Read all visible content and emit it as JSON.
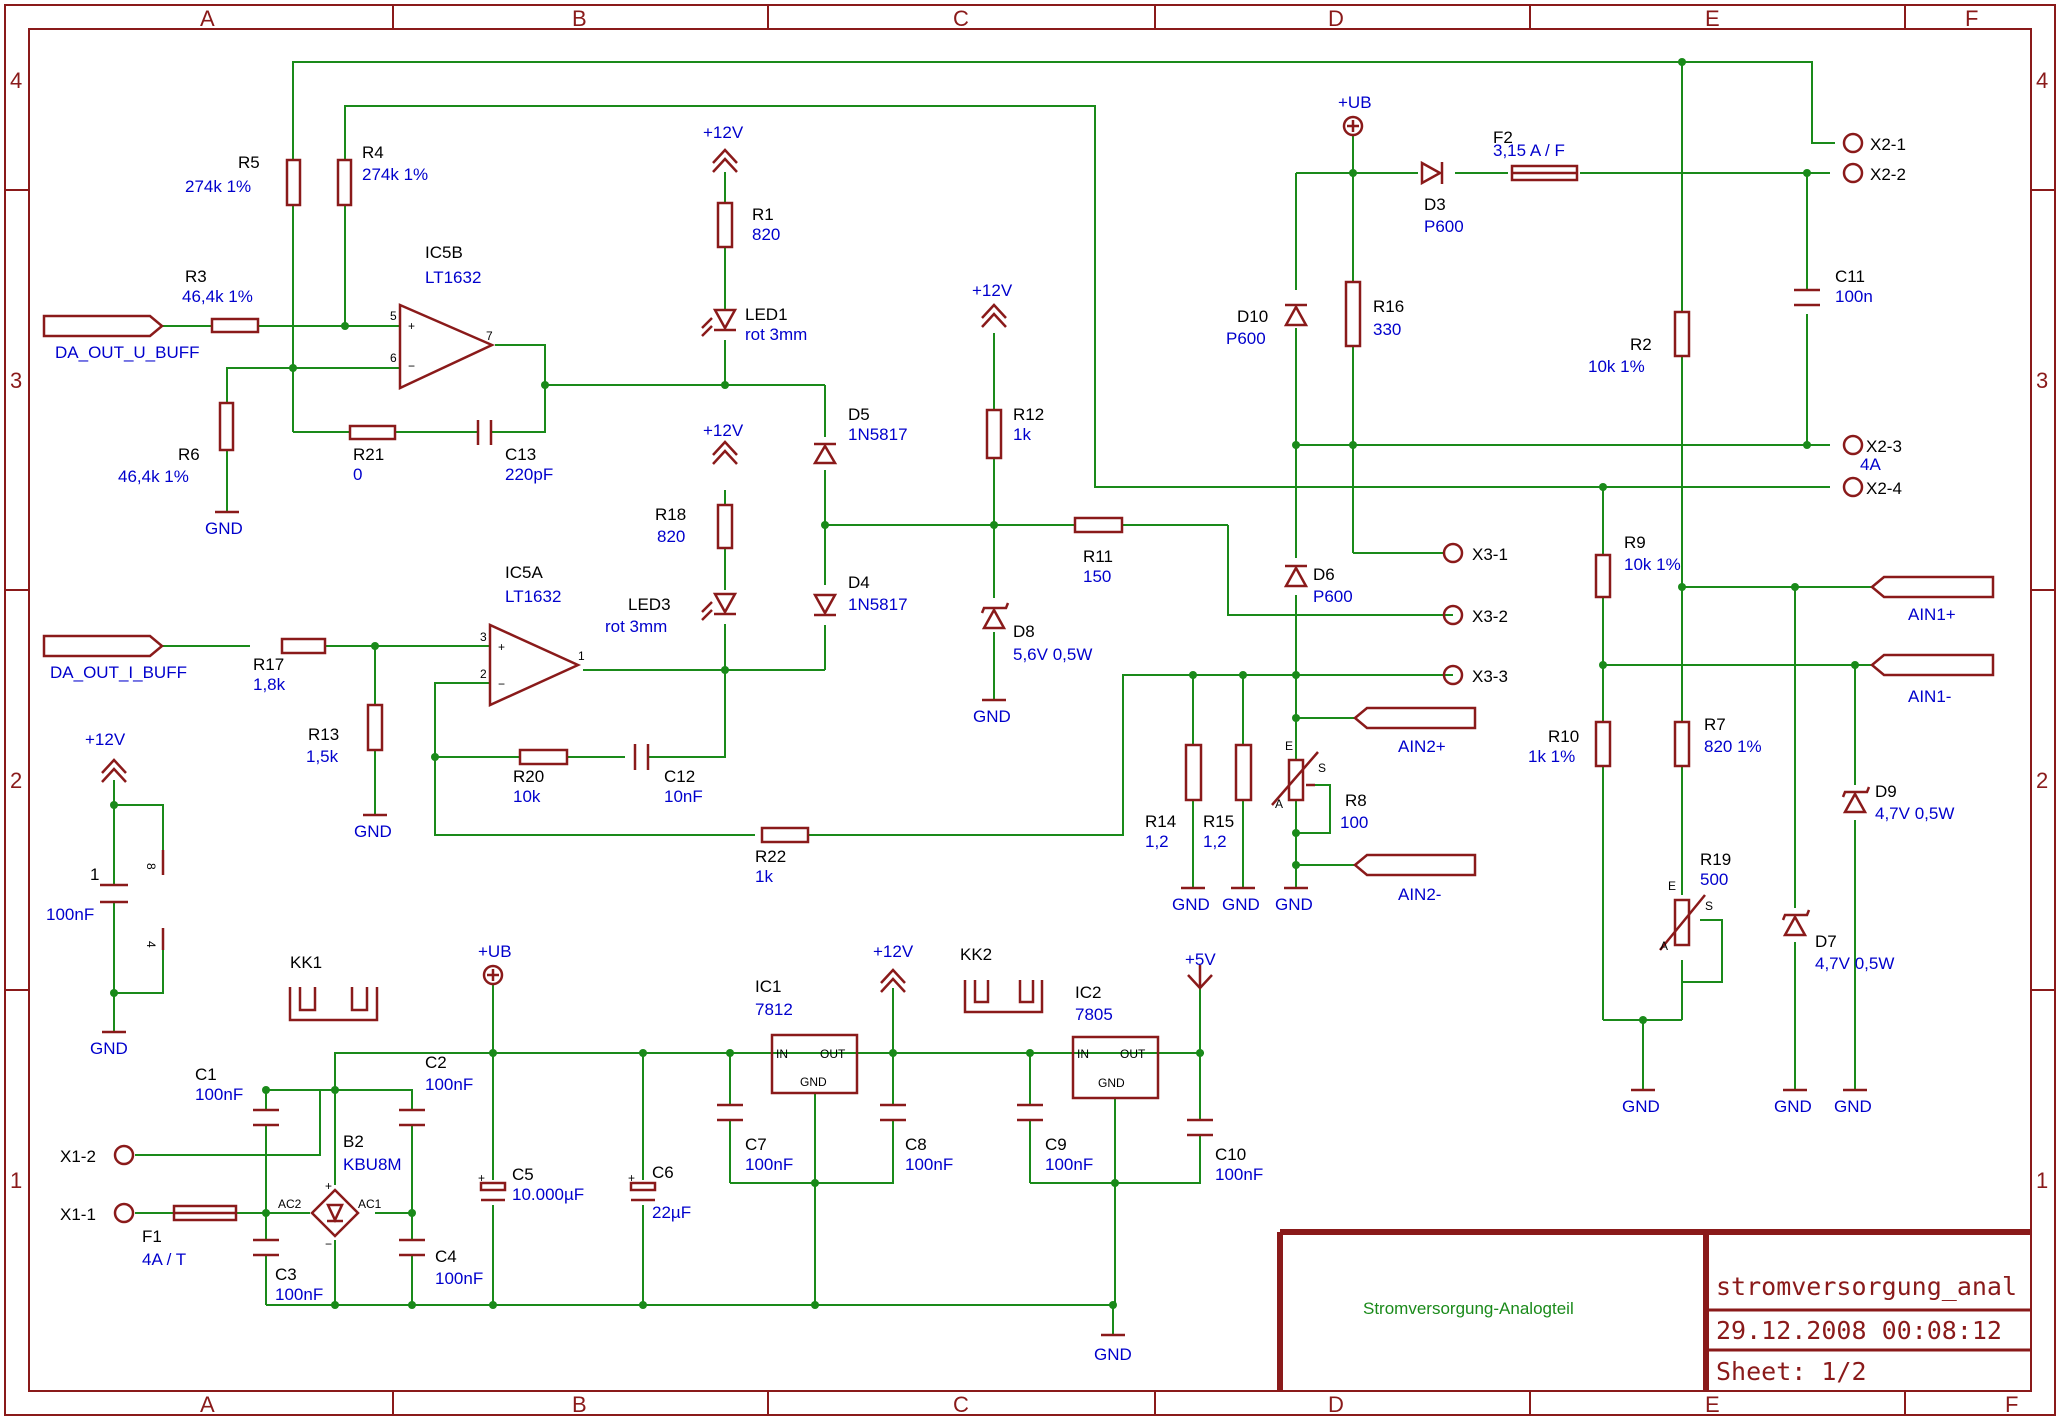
{
  "frame": {
    "columns": [
      "A",
      "B",
      "C",
      "D",
      "E",
      "F"
    ],
    "rows": [
      "4",
      "3",
      "2",
      "1"
    ]
  },
  "title_block": {
    "description": "Stromversorgung-Analogteil",
    "filename": "stromversorgung_anal",
    "date": "29.12.2008 00:08:12",
    "sheet": "Sheet: 1/2"
  },
  "components": {
    "R5": {
      "name": "R5",
      "value": "274k 1%"
    },
    "R4": {
      "name": "R4",
      "value": "274k 1%"
    },
    "R3": {
      "name": "R3",
      "value": "46,4k 1%"
    },
    "R6": {
      "name": "R6",
      "value": "46,4k 1%"
    },
    "R21": {
      "name": "R21",
      "value": "0"
    },
    "C13": {
      "name": "C13",
      "value": "220pF"
    },
    "IC5B": {
      "name": "IC5B",
      "value": "LT1632"
    },
    "IC5A": {
      "name": "IC5A",
      "value": "LT1632"
    },
    "R1": {
      "name": "R1",
      "value": "820"
    },
    "LED1": {
      "name": "LED1",
      "value": "rot 3mm"
    },
    "R18": {
      "name": "R18",
      "value": "820"
    },
    "LED3": {
      "name": "LED3",
      "value": "rot 3mm"
    },
    "D5": {
      "name": "D5",
      "value": "1N5817"
    },
    "D4": {
      "name": "D4",
      "value": "1N5817"
    },
    "R12": {
      "name": "R12",
      "value": "1k"
    },
    "R11": {
      "name": "R11",
      "value": "150"
    },
    "D8": {
      "name": "D8",
      "value": "5,6V 0,5W"
    },
    "R17": {
      "name": "R17",
      "value": "1,8k"
    },
    "R13": {
      "name": "R13",
      "value": "1,5k"
    },
    "R20": {
      "name": "R20",
      "value": "10k"
    },
    "C12": {
      "name": "C12",
      "value": "10nF"
    },
    "R22": {
      "name": "R22",
      "value": "1k"
    },
    "R14": {
      "name": "R14",
      "value": "1,2"
    },
    "R15": {
      "name": "R15",
      "value": "1,2"
    },
    "R8": {
      "name": "R8",
      "value": "100"
    },
    "D10": {
      "name": "D10",
      "value": "P600"
    },
    "D6": {
      "name": "D6",
      "value": "P600"
    },
    "R16": {
      "name": "R16",
      "value": "330"
    },
    "D3": {
      "name": "D3",
      "value": "P600"
    },
    "F2": {
      "name": "F2",
      "value": "3,15 A / F"
    },
    "C11": {
      "name": "C11",
      "value": "100n"
    },
    "R2": {
      "name": "R2",
      "value": "10k 1%"
    },
    "R9": {
      "name": "R9",
      "value": "10k 1%"
    },
    "R10": {
      "name": "R10",
      "value": "1k 1%"
    },
    "R7": {
      "name": "R7",
      "value": "820 1%"
    },
    "R19": {
      "name": "R19",
      "value": "500"
    },
    "D9": {
      "name": "D9",
      "value": "4,7V 0,5W"
    },
    "D7": {
      "name": "D7",
      "value": "4,7V 0,5W"
    },
    "C_IC5": {
      "name": "1",
      "value": "100nF"
    },
    "C1": {
      "name": "C1",
      "value": "100nF"
    },
    "C2": {
      "name": "C2",
      "value": "100nF"
    },
    "C3": {
      "name": "C3",
      "value": "100nF"
    },
    "C4": {
      "name": "C4",
      "value": "100nF"
    },
    "B2": {
      "name": "B2",
      "value": "KBU8M"
    },
    "F1": {
      "name": "F1",
      "value": "4A / T"
    },
    "C5": {
      "name": "C5",
      "value": "10.000µF"
    },
    "C6": {
      "name": "C6",
      "value": "22µF"
    },
    "IC1": {
      "name": "IC1",
      "value": "7812"
    },
    "IC2": {
      "name": "IC2",
      "value": "7805"
    },
    "C7": {
      "name": "C7",
      "value": "100nF"
    },
    "C8": {
      "name": "C8",
      "value": "100nF"
    },
    "C9": {
      "name": "C9",
      "value": "100nF"
    },
    "C10": {
      "name": "C10",
      "value": "100nF"
    },
    "KK1": {
      "name": "KK1"
    },
    "KK2": {
      "name": "KK2"
    }
  },
  "nets": {
    "gnd": "GND",
    "p12v": "+12V",
    "p5v": "+5V",
    "pub": "+UB"
  },
  "connectors": {
    "X2_1": "X2-1",
    "X2_2": "X2-2",
    "X2_3": "X2-3",
    "X2_3_sub": "4A",
    "X2_4": "X2-4",
    "X3_1": "X3-1",
    "X3_2": "X3-2",
    "X3_3": "X3-3",
    "X1_1": "X1-1",
    "X1_2": "X1-2"
  },
  "ports": {
    "da_out_u": "DA_OUT_U_BUFF",
    "da_out_i": "DA_OUT_I_BUFF",
    "ain1p": "AIN1+",
    "ain1m": "AIN1-",
    "ain2p": "AIN2+",
    "ain2m": "AIN2-"
  },
  "pins": {
    "p5": "5",
    "p6": "6",
    "p7": "7",
    "p3": "3",
    "p2": "2",
    "p1": "1",
    "p8": "8",
    "p4": "4",
    "plus": "+",
    "minus": "−",
    "ac1": "AC1",
    "ac2": "AC2",
    "in": "IN",
    "out": "OUT",
    "gnd": "GND",
    "pot_a": "A",
    "pot_e": "E",
    "pot_s": "S"
  }
}
